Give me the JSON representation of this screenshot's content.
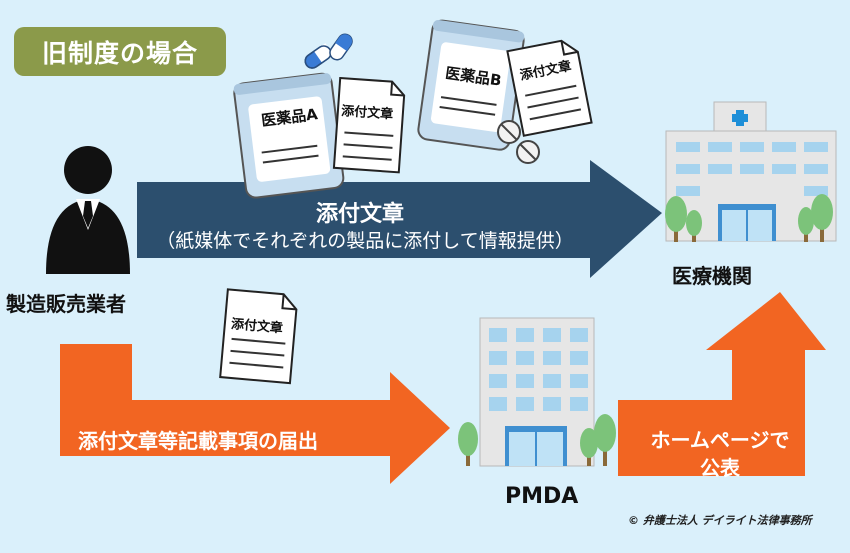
{
  "badge": "旧制度の場合",
  "blue_arrow": {
    "title": "添付文章",
    "subtitle": "（紙媒体でそれぞれの製品に添付して情報提供）",
    "color": "#2c4f6e"
  },
  "orange_arrow": {
    "text": "添付文章等記載事項の届出",
    "color": "#f26522"
  },
  "up_arrow": {
    "line1": "ホームページで",
    "line2": "公表"
  },
  "entities": {
    "manufacturer": "製造販売業者",
    "hospital": "医療機関",
    "pmda": "PMDA"
  },
  "packages": {
    "a": "医薬品A",
    "b": "医薬品B"
  },
  "documents": {
    "doc_1": "添付文章",
    "doc_2": "添付文章",
    "doc_3": "添付文章"
  },
  "copyright": "© 弁護士法人 デイライト法律事務所",
  "colors": {
    "background": "#daf0fb",
    "badge": "#8b9a4a",
    "blue": "#2c4f6e",
    "orange": "#f26522"
  }
}
